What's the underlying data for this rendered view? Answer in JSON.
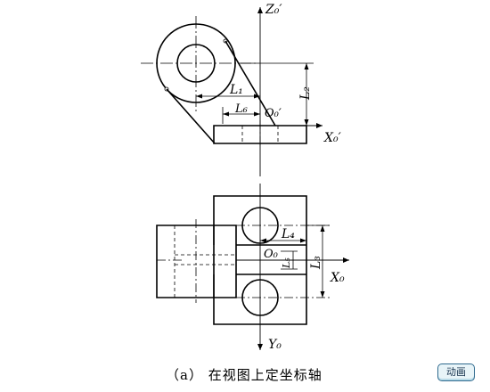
{
  "labels": {
    "z_axis": "Z₀′",
    "x_axis_front": "X₀′",
    "origin_front": "O₀′",
    "l1": "L₁",
    "l2": "L₂",
    "l6": "L₆",
    "l4": "L₄",
    "l3": "L₃",
    "l5": "L₅",
    "origin_top": "O₀",
    "x_axis_top": "X₀",
    "y_axis": "Y₀"
  },
  "caption": "（a）  在视图上定坐标轴",
  "animate_button": "动画",
  "colors": {
    "line": "#000000",
    "button_border": "#2f6a8e",
    "button_bg": "#e8f4f8"
  }
}
